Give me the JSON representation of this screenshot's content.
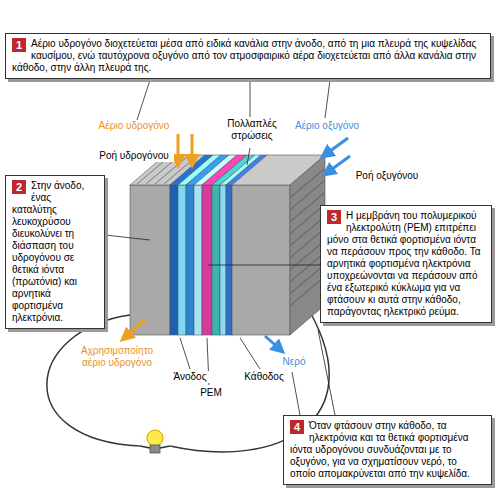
{
  "diagram": {
    "nodes": [
      {
        "text": [
          "1",
          "Αέριο υδρογόνο διοχετεύεται μέσα από ειδικά κανάλια στην άνοδο, από τη μια πλευρά της κυψελίδας καυσίμου, ενώ ταυτόχρονα οξυγόνο από τον ατμοσφαιρικό αέρα διοχετεύεται από άλλα κανάλια στην κάθοδο, στην άλλη πλευρά της."
        ]
      },
      {
        "text": [
          "2",
          "Στην άνοδο, ένας καταλύτης λευκοχρύσου διευκολύνει τη διάσπαση του υδρογόνου σε θετικά ιόντα (πρωτόνια) και αρνητικά φορτισμένα ηλεκτρόνια."
        ]
      },
      {
        "text": [
          "3",
          "Η μεμβράνη του πολυμερικού ηλεκτρολύτη (PEM) επιτρέπει μόνο στα θετικά φορτισμένα ιόντα να περάσουν προς την κάθοδο. Τα αρνητικά φορτισμένα ηλεκτρόνια υποχρεώνονται να περάσουν από ένα εξωτερικό κύκλωμα για να φτάσουν κι αυτά στην κάθοδο, παράγοντας ηλεκτρικό ρεύμα."
        ]
      },
      {
        "text": [
          "4",
          "Όταν φτάσουν στην κάθοδο, τα ηλεκτρόνια και τα θετικά φορτισμένα ιόντα υδρογόνου συνδυάζονται με το οξυγόνο, για να σχηματίσουν νερό, το οποίο απομακρύνεται από την κυψελίδα."
        ]
      }
    ],
    "labels": [
      "Αέριο υδρογόνο",
      "Πολλαπλές στρώσεις",
      "Αέριο οξυγόνο",
      "Ροή υδρογόνου",
      "Ροή οξυγόνου",
      "Αχρησιμοποίητο αέριο υδρογόνο",
      "Νερό",
      "Άνοδος",
      "Κάθοδος",
      "PEM"
    ]
  }
}
